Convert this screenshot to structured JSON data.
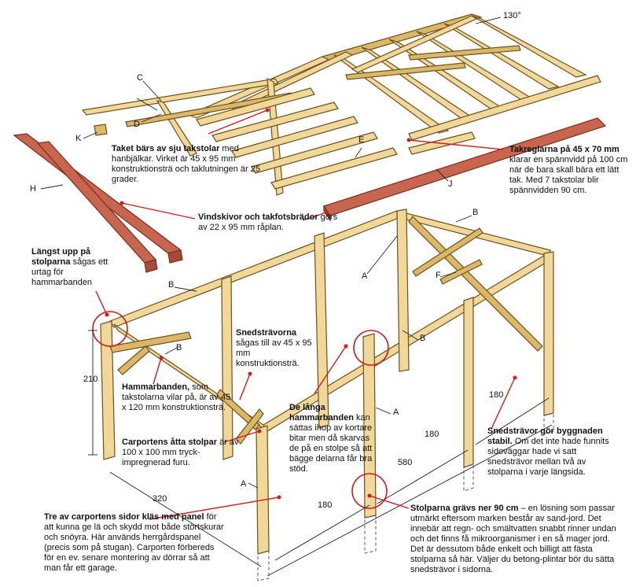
{
  "angle_label": "130°",
  "letters": {
    "c": "C",
    "d": "D",
    "k": "K",
    "e": "E",
    "h": "H",
    "j": "J",
    "a1": "A",
    "a2": "A",
    "a3": "A",
    "b1": "B",
    "b2": "B",
    "b3": "B",
    "b4": "B",
    "f": "F"
  },
  "dimensions": {
    "height": "210",
    "width": "320",
    "length": "580",
    "span1": "180",
    "span2": "180",
    "span3": "180"
  },
  "captions": {
    "takstolar": {
      "bold": "Taket bärs av sju takstolar",
      "text": " med hanbjälkar. Virket är 45 x 95 mm konstruktionsträ och taklutningen är 25 grader."
    },
    "takreglar": {
      "bold": "Takreglarna på 45 x 70 mm",
      "text": " klarar en spännvidd på 100 cm när de bara skall bära ett lätt tak. Med 7 takstolar blir spännvidden 90 cm."
    },
    "vindskivor": {
      "bold": "Vindskivor och takfotsbrädor",
      "text": " görs av 22 x 95 mm råplan."
    },
    "langst_upp": {
      "bold": "Längst upp på stolparna",
      "text": " sågas ett urtag för hammarbanden"
    },
    "snedstravorna": {
      "bold": "Snedsträvorna",
      "text": " sågas till av 45 x 95 mm konstruktionsträ."
    },
    "hammarbanden": {
      "bold": "Hammarbanden,",
      "text": " som takstolarna vilar på, är av 45 x 120 mm konstruktionsträ."
    },
    "stolpar": {
      "bold": "Carportens åtta stolpar",
      "text": " är av 100 x 100 mm tryck-impregnerad furu."
    },
    "langa_hammarbanden": {
      "bold": "De långa hammarbanden",
      "text": " kan sättas ihop av kortare bitar men då skarvas de på en stolpe så att bägge delarna får bra stöd."
    },
    "sidor_panel": {
      "bold": "Tre av carportens sidor kläs med panel",
      "text": " för att kunna ge lä och skydd mot både störtskurar och snöyra. Här används herrgårdspanel (precis som på stugan). Carporten förbereds för en ev. senare montering av dörrar så att man får ett garage."
    },
    "snedstravor_stabil": {
      "bold": "Snedsträvor gör byggnaden stabil.",
      "text": " Om det inte hade funnits sidoväggar hade vi satt snedsträvor mellan två av stolparna i varje längsida."
    },
    "stolparna_gravs": {
      "bold": "Stolparna grävs ner 90 cm",
      "text": " – en lösning som passar utmärkt eftersom marken består av sand-jord. Det innebär att regn- och smältvatten snabbt rinner undan och det finns få mikroorganismer i en så mager jord. Det är dessutom både enkelt och billigt att fästa stolparna så här. Väljer du betong-plintar bör du sätta snedsträvor i sidorna."
    }
  }
}
